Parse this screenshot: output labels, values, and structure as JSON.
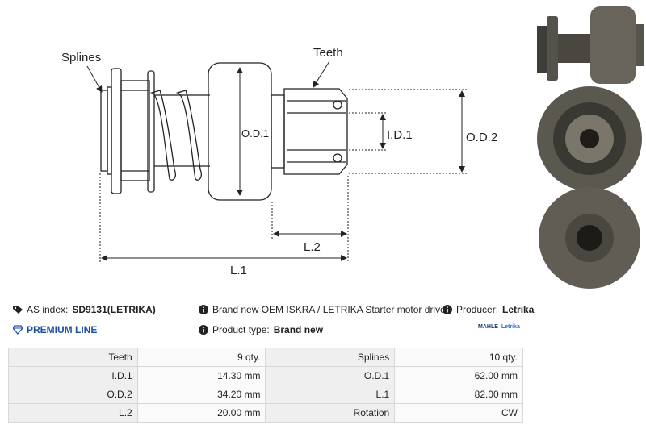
{
  "drawing": {
    "labels": {
      "splines": "Splines",
      "teeth": "Teeth",
      "od1": "O.D.1",
      "id1": "I.D.1",
      "od2": "O.D.2",
      "l2": "L.2",
      "l1": "L.1"
    }
  },
  "info": {
    "as_index_label": "AS index:",
    "as_index_value": "SD9131(LETRIKA)",
    "description": "Brand new OEM ISKRA / LETRIKA Starter motor drive",
    "producer_label": "Producer:",
    "producer_value": "Letrika",
    "premium": "PREMIUM LINE",
    "product_type_label": "Product type:",
    "product_type_value": "Brand new",
    "logo_mahle": "MAHLE",
    "logo_letrika": "Letrika"
  },
  "specs": [
    {
      "label_a": "Teeth",
      "value_a": "9 qty.",
      "label_b": "Splines",
      "value_b": "10 qty."
    },
    {
      "label_a": "I.D.1",
      "value_a": "14.30 mm",
      "label_b": "O.D.1",
      "value_b": "62.00 mm"
    },
    {
      "label_a": "O.D.2",
      "value_a": "34.20 mm",
      "label_b": "L.1",
      "value_b": "82.00 mm"
    },
    {
      "label_a": "L.2",
      "value_a": "20.00 mm",
      "label_b": "Rotation",
      "value_b": "CW"
    }
  ],
  "colors": {
    "accent": "#1e4fa8",
    "table_label_bg": "#efefef",
    "table_value_bg": "#fafafa"
  }
}
